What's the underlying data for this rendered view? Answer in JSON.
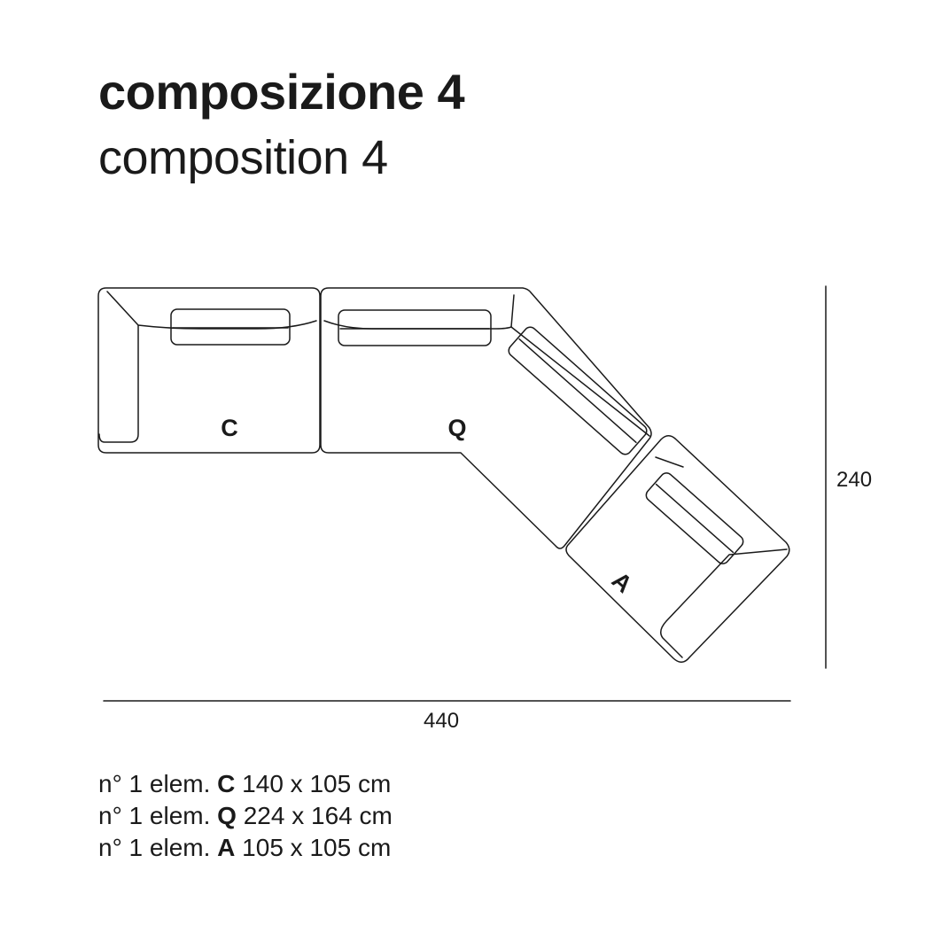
{
  "title": {
    "italian": "composizione 4",
    "english": "composition 4"
  },
  "modules": [
    {
      "code": "C"
    },
    {
      "code": "Q"
    },
    {
      "code": "A"
    }
  ],
  "dimensions": {
    "width": "440",
    "depth": "240"
  },
  "elements": [
    {
      "prefix": "n° 1 elem.",
      "code": "C",
      "size": "140 x 105 cm"
    },
    {
      "prefix": "n° 1 elem.",
      "code": "Q",
      "size": "224 x 164 cm"
    },
    {
      "prefix": "n° 1 elem.",
      "code": "A",
      "size": "105 x 105 cm"
    }
  ],
  "colors": {
    "line": "#1a1a1a",
    "background": "#ffffff"
  }
}
